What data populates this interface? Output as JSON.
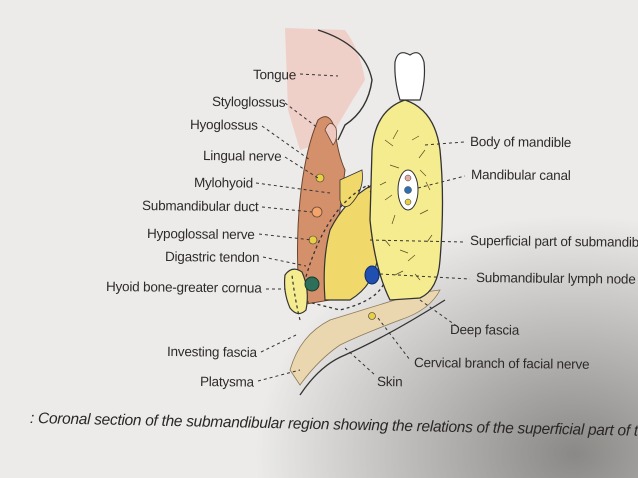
{
  "labels": {
    "tongue": "Tongue",
    "styloglossus": "Styloglossus",
    "hyoglossus": "Hyoglossus",
    "lingual_nerve": "Lingual nerve",
    "mylohyoid": "Mylohyoid",
    "submandibular_duct": "Submandibular duct",
    "hypoglossal_nerve": "Hypoglossal nerve",
    "digastric_tendon": "Digastric tendon",
    "hyoid_bone": "Hyoid bone-greater cornua",
    "investing_fascia": "Investing fascia",
    "platysma": "Platysma",
    "body_of_mandible": "Body of mandible",
    "mandibular_canal": "Mandibular canal",
    "superficial_part": "Superficial part of submandib",
    "lymph_node": "Submandibular lymph node",
    "deep_fascia": "Deep fascia",
    "cervical_branch": "Cervical branch of facial nerve",
    "skin": "Skin"
  },
  "caption": ": Coronal section of the submandibular region showing the relations of the superficial part of the",
  "colors": {
    "background": "#ecebe9",
    "muscle": "#d4906b",
    "gland": "#f1d86a",
    "bone": "#f4ec8e",
    "skin": "#ead7b0",
    "tongue": "#efc9c0",
    "lymph_node": "#1f4fb0",
    "nerve": "#e8d046",
    "vessel": "#2d6f5a"
  }
}
